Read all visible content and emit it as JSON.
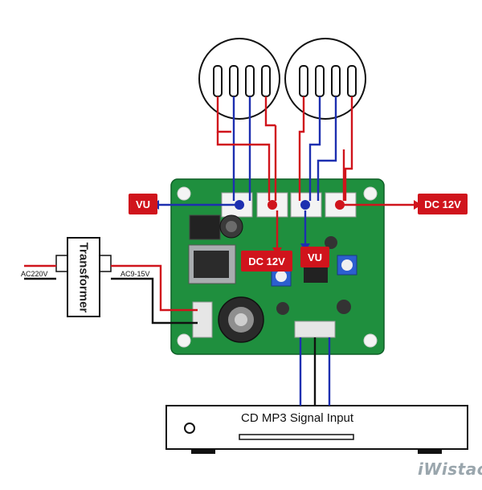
{
  "labels": {
    "vu_left": "VU",
    "dc12v_right": "DC 12V",
    "dc12v_center": "DC 12V",
    "vu_center": "VU",
    "transformer": "Transformer",
    "ac220v": "AC220V",
    "ac915v": "AC9-15V",
    "cd_input": "CD MP3 Signal Input",
    "logo": "iWistao"
  },
  "colors": {
    "pcb": "#1f8f3e",
    "wire_red": "#d0141c",
    "wire_blue": "#1d2fb0",
    "wire_black": "#111111",
    "label_bg": "#d0141c"
  }
}
